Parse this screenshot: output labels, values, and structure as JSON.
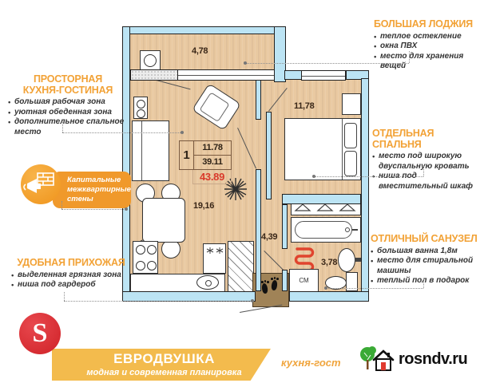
{
  "callouts": {
    "loggia": {
      "title": "БОЛЬШАЯ ЛОДЖИЯ",
      "items": [
        "теплое остекление",
        "окна ПВХ",
        "место для хранения вещей"
      ]
    },
    "kitchen": {
      "title_line1": "ПРОСТОРНАЯ",
      "title_line2": "КУХНЯ-ГОСТИНАЯ",
      "items": [
        "большая рабочая зона",
        "уютная обеденная зона",
        "дополнительное спальное место"
      ]
    },
    "bedroom": {
      "title": "ОТДЕЛЬНАЯ СПАЛЬНЯ",
      "items": [
        "место под широкую двуспальную кровать",
        "ниша под вместительный шкаф"
      ]
    },
    "bathroom": {
      "title": "ОТЛИЧНЫЙ САНУЗЕЛ",
      "items": [
        "большая ванна 1,8м",
        "место для стиральной машины",
        "теплый пол в подарок"
      ]
    },
    "hallway": {
      "title": "УДОБНАЯ ПРИХОЖАЯ",
      "items": [
        "выделенная грязная зона",
        "ниша под гардероб"
      ]
    }
  },
  "badge": {
    "lines": [
      "Капитальные",
      "межквартирные",
      "стены"
    ]
  },
  "plan": {
    "areas": {
      "loggia": "4,78",
      "bedroom": "11,78",
      "kitchen_living": "19,16",
      "hallway": "4,39",
      "bathroom": "3,78"
    },
    "stamp": {
      "rooms": "1",
      "living_area": "11.78",
      "total_area": "39.11",
      "total_with_loggia": "43.89"
    },
    "washer_label": "СМ"
  },
  "banner": {
    "title": "ЕВРОДВУШКА",
    "subtitle": "модная и современная планировка",
    "tagline": "кухня-гост"
  },
  "brand": {
    "s_letter": "S",
    "watermark": "rosndv.ru"
  },
  "colors": {
    "accent_orange": "#F2A236",
    "banner_orange": "#F3BB4D",
    "wall_blue": "#BCE4F4",
    "floor_tan": "#E9C9A1",
    "red_value": "#D93A2B",
    "logo_red": "#D2232A",
    "logo_green": "#3AAA35"
  }
}
